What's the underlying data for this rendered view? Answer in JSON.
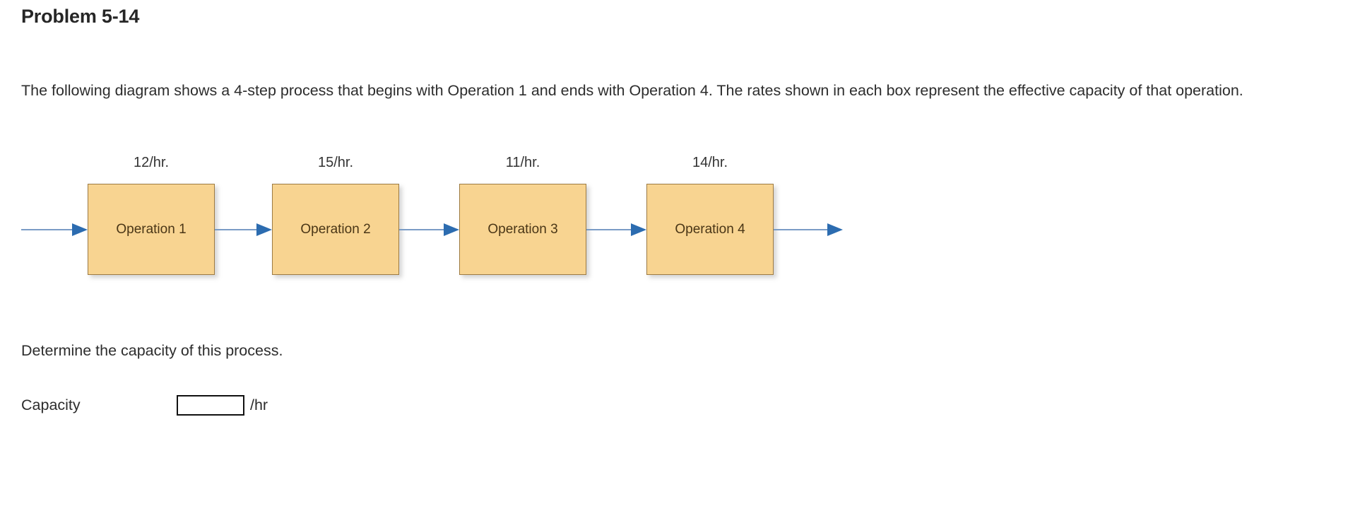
{
  "title": "Problem 5-14",
  "intro": "The following diagram shows a 4-step process that begins with Operation 1 and ends with Operation 4. The rates shown in each box represent the effective capacity of that operation.",
  "diagram": {
    "operations": [
      {
        "name": "Operation 1",
        "rate": "12/hr."
      },
      {
        "name": "Operation 2",
        "rate": "15/hr."
      },
      {
        "name": "Operation 3",
        "rate": "11/hr."
      },
      {
        "name": "Operation 4",
        "rate": "14/hr."
      }
    ],
    "colors": {
      "box_fill": "#f8d491",
      "box_border": "#9d7b43",
      "box_text": "#4a3616",
      "arrow_shaft": "#7a9cc6",
      "arrow_head": "#2c6cb0",
      "rate_label": "#333333"
    }
  },
  "question": "Determine the capacity of this process.",
  "answer": {
    "label": "Capacity",
    "value": "",
    "unit": "/hr"
  }
}
